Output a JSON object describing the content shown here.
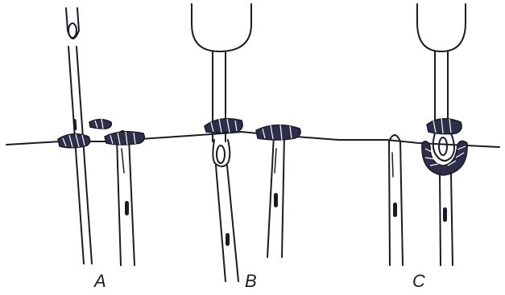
{
  "labels": {
    "a": "A",
    "b": "B",
    "c": "C"
  },
  "colors": {
    "ink": "#1b1b28",
    "thread": "#2e2e4a",
    "paper": "#ffffff"
  }
}
